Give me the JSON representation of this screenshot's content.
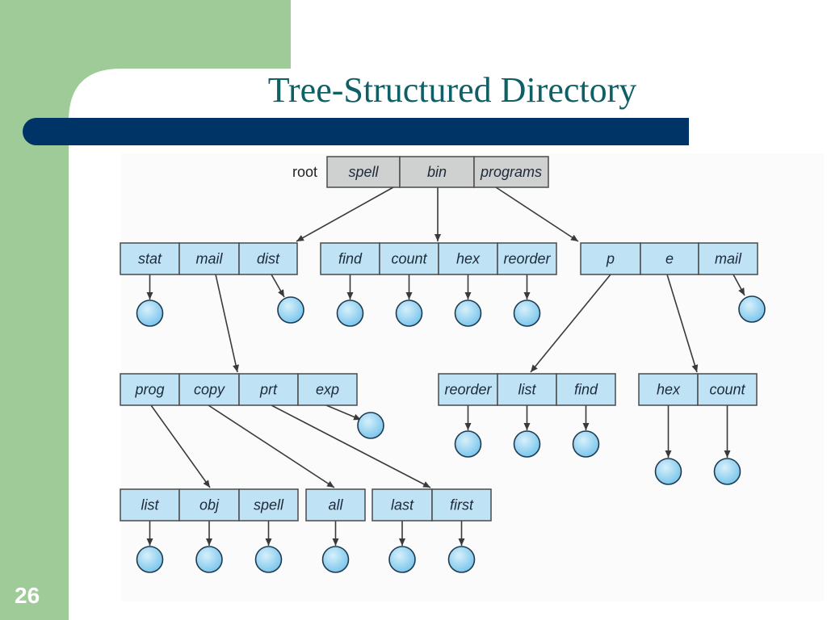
{
  "slide": {
    "title": "Tree-Structured Directory",
    "number": "26"
  },
  "colors": {
    "sidebar": "#9fcb98",
    "title_bar": "#003366",
    "title_text": "#0f5f66",
    "cell_fill": "#bfe3f5",
    "root_fill": "#cfd0d0",
    "file_node": "#8fd0f0"
  },
  "diagram": {
    "root_label": "root",
    "root_entries": [
      "spell",
      "bin",
      "programs"
    ],
    "dir_spell": [
      "stat",
      "mail",
      "dist"
    ],
    "dir_bin": [
      "find",
      "count",
      "hex",
      "reorder"
    ],
    "dir_programs": [
      "p",
      "e",
      "mail"
    ],
    "dir_mail": [
      "prog",
      "copy",
      "prt",
      "exp"
    ],
    "dir_p": [
      "reorder",
      "list",
      "find"
    ],
    "dir_e": [
      "hex",
      "count"
    ],
    "dir_prog": [
      "list",
      "obj",
      "spell"
    ],
    "dir_copy": [
      "all"
    ],
    "dir_prt": [
      "last",
      "first"
    ],
    "file_node_icon": "circle-file-icon"
  }
}
